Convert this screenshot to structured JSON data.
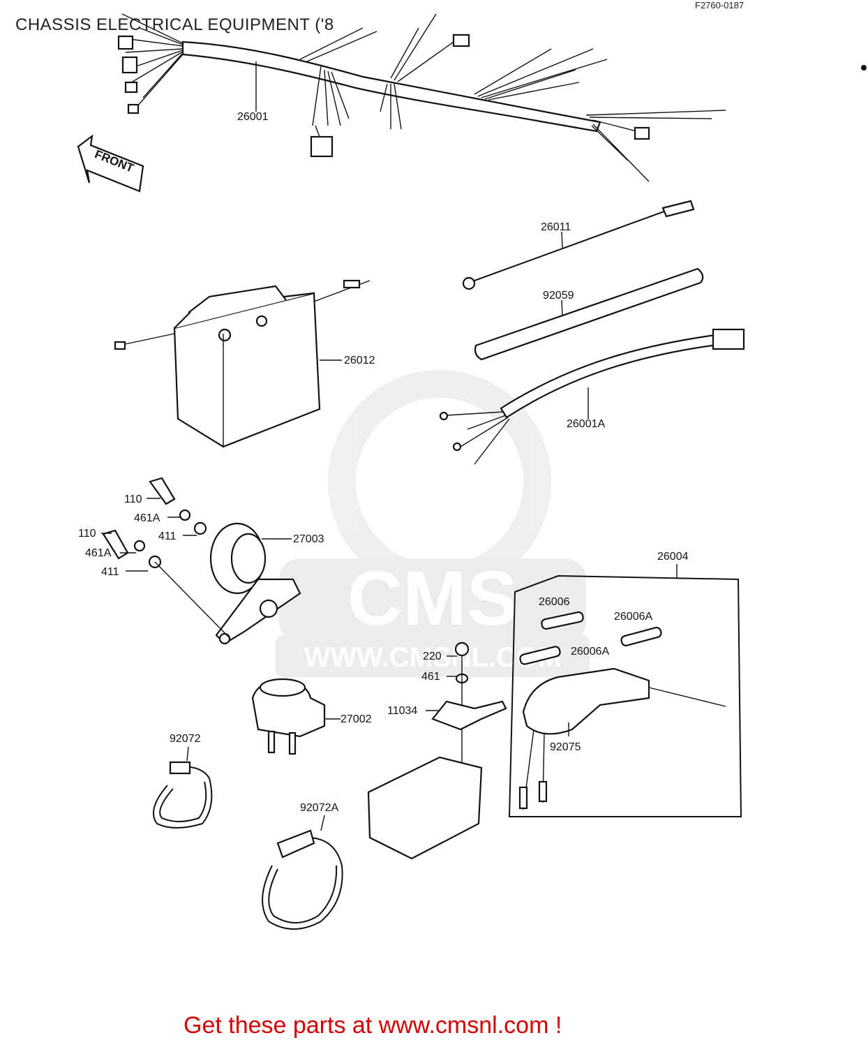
{
  "header": {
    "title": "CHASSIS ELECTRICAL EQUIPMENT ('8",
    "figure_ref": "F2760-0187"
  },
  "arrow_text": "FRONT",
  "watermark": {
    "text": "CMS",
    "url": "WWW.CMSNL.COM"
  },
  "callouts": {
    "c26001": "26001",
    "c26011": "26011",
    "c92059": "92059",
    "c26012": "26012",
    "c26001A": "26001A",
    "c110a": "110",
    "c461Aa": "461A",
    "c411a": "411",
    "c27003": "27003",
    "c110b": "110",
    "c461Ab": "461A",
    "c411b": "411",
    "c26004": "26004",
    "c26006": "26006",
    "c26006Aa": "26006A",
    "c26006Ab": "26006A",
    "c220": "220",
    "c461": "461",
    "c11034": "11034",
    "c27002": "27002",
    "c92072": "92072",
    "c92072A": "92072A",
    "c92075": "92075"
  },
  "footer": {
    "text": "Get these parts at www.cmsnl.com !"
  }
}
